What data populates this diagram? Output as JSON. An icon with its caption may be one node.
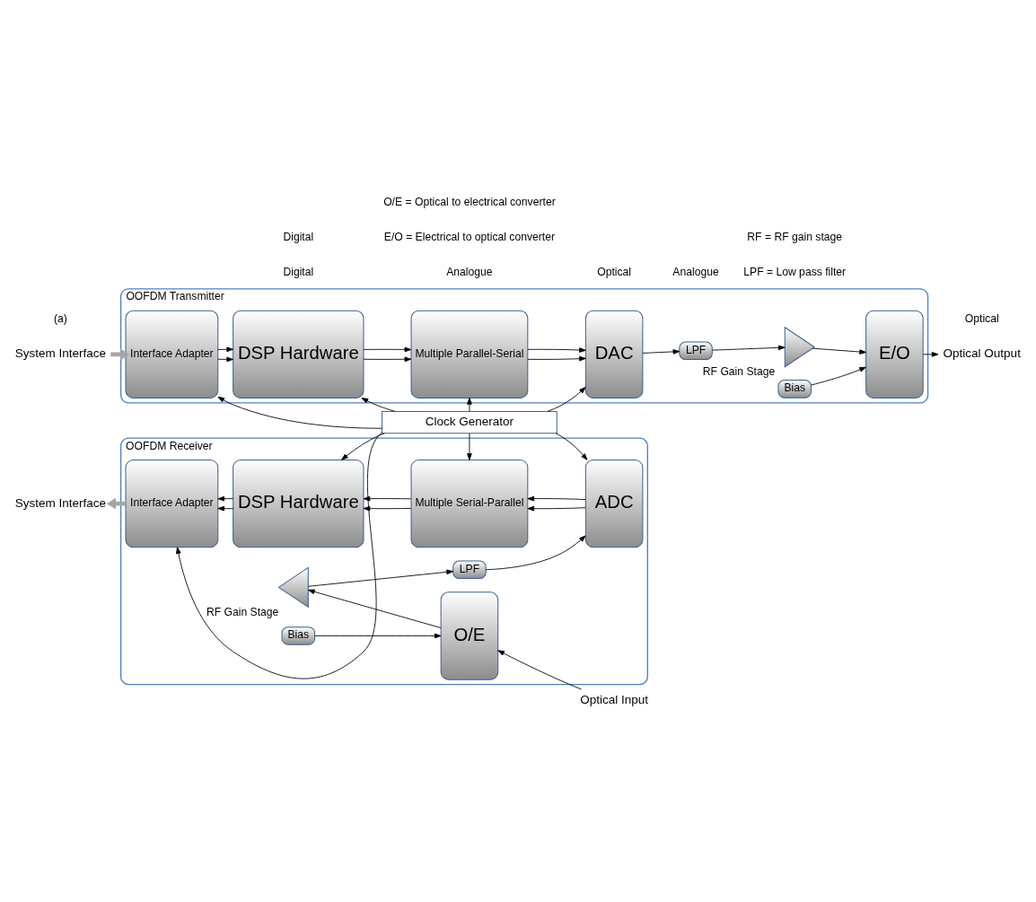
{
  "diagram": {
    "nodes": [
      {
        "text": [
          "OOFDM Transmitter"
        ]
      },
      {
        "text": [
          "Interface Adapter"
        ],
        "in": 0
      },
      {
        "text": [
          "DSP Hardware"
        ],
        "in": 0
      },
      {
        "text": [
          "Multiple Parallel-Serial"
        ],
        "in": 0
      },
      {
        "text": [
          "DAC"
        ],
        "in": 0
      },
      {
        "text": [
          "LPF"
        ],
        "in": 0
      },
      {
        "text": [],
        "shape": "triangle",
        "beside": [
          "RF Gain Stage"
        ],
        "in": 0
      },
      {
        "text": [
          "Bias"
        ],
        "in": 0
      },
      {
        "text": [
          "E/O"
        ],
        "in": 0
      },
      {
        "text": [
          "Clock Generator"
        ]
      },
      {
        "text": [
          "OOFDM Receiver"
        ]
      },
      {
        "text": [
          "Interface Adapter"
        ],
        "in": 10
      },
      {
        "text": [
          "DSP Hardware"
        ],
        "in": 10
      },
      {
        "text": [
          "Multiple Serial-Parallel"
        ],
        "in": 10
      },
      {
        "text": [
          "ADC"
        ],
        "in": 10
      },
      {
        "text": [
          "LPF"
        ],
        "in": 10
      },
      {
        "text": [],
        "shape": "triangle",
        "beside": [
          "RF Gain Stage"
        ],
        "in": 10
      },
      {
        "text": [
          "Bias"
        ],
        "in": 10
      },
      {
        "text": [
          "O/E"
        ],
        "in": 10
      },
      {
        "text": [
          "System Interface"
        ]
      },
      {
        "text": [
          "Optical Output"
        ]
      },
      {
        "text": [
          "System Interface"
        ]
      },
      {
        "text": [
          "Optical Input"
        ]
      }
    ],
    "edges": [
      {
        "from": 19,
        "to": 1,
        "arrow": "to",
        "style": "thick",
        "color": "#a6a6a6"
      },
      {
        "from": 1,
        "to": 2,
        "arrow": "to"
      },
      {
        "from": 1,
        "to": 2,
        "arrow": "to"
      },
      {
        "from": 2,
        "to": 3,
        "arrow": "to"
      },
      {
        "from": 2,
        "to": 3,
        "arrow": "to"
      },
      {
        "from": 3,
        "to": 4,
        "arrow": "to"
      },
      {
        "from": 3,
        "to": 4,
        "arrow": "to"
      },
      {
        "from": 4,
        "to": 5,
        "arrow": "to"
      },
      {
        "from": 5,
        "to": 6,
        "arrow": "to"
      },
      {
        "from": 6,
        "to": 8,
        "arrow": "to"
      },
      {
        "from": 7,
        "to": 8,
        "arrow": "to"
      },
      {
        "from": 8,
        "to": 20,
        "arrow": "to"
      },
      {
        "from": 9,
        "to": 1,
        "arrow": "to"
      },
      {
        "from": 9,
        "to": 2,
        "arrow": "to"
      },
      {
        "from": 9,
        "to": 3,
        "arrow": "to"
      },
      {
        "from": 9,
        "to": 4,
        "arrow": "to"
      },
      {
        "from": 9,
        "to": 11,
        "arrow": "to"
      },
      {
        "from": 9,
        "to": 12,
        "arrow": "to"
      },
      {
        "from": 9,
        "to": 13,
        "arrow": "to"
      },
      {
        "from": 9,
        "to": 14,
        "arrow": "to"
      },
      {
        "from": 22,
        "to": 18,
        "arrow": "to"
      },
      {
        "from": 17,
        "to": 18,
        "arrow": "to"
      },
      {
        "from": 18,
        "to": 16,
        "arrow": "to"
      },
      {
        "from": 16,
        "to": 15,
        "arrow": "to"
      },
      {
        "from": 15,
        "to": 14,
        "arrow": "to"
      },
      {
        "from": 14,
        "to": 13,
        "arrow": "to"
      },
      {
        "from": 14,
        "to": 13,
        "arrow": "to"
      },
      {
        "from": 13,
        "to": 12,
        "arrow": "to"
      },
      {
        "from": 13,
        "to": 12,
        "arrow": "to"
      },
      {
        "from": 12,
        "to": 11,
        "arrow": "to"
      },
      {
        "from": 12,
        "to": 11,
        "arrow": "to"
      },
      {
        "from": 11,
        "to": 21,
        "arrow": "to",
        "style": "thick",
        "color": "#a6a6a6"
      }
    ],
    "labels": [
      "Digital",
      "Analogue",
      "Optical",
      "Digital",
      "Analogue",
      "Optical",
      "(a)",
      "E/O = Electrical to optical converter",
      "LPF = Low pass filter",
      "O/E = Optical to electrical converter",
      "RF = RF gain stage"
    ]
  }
}
